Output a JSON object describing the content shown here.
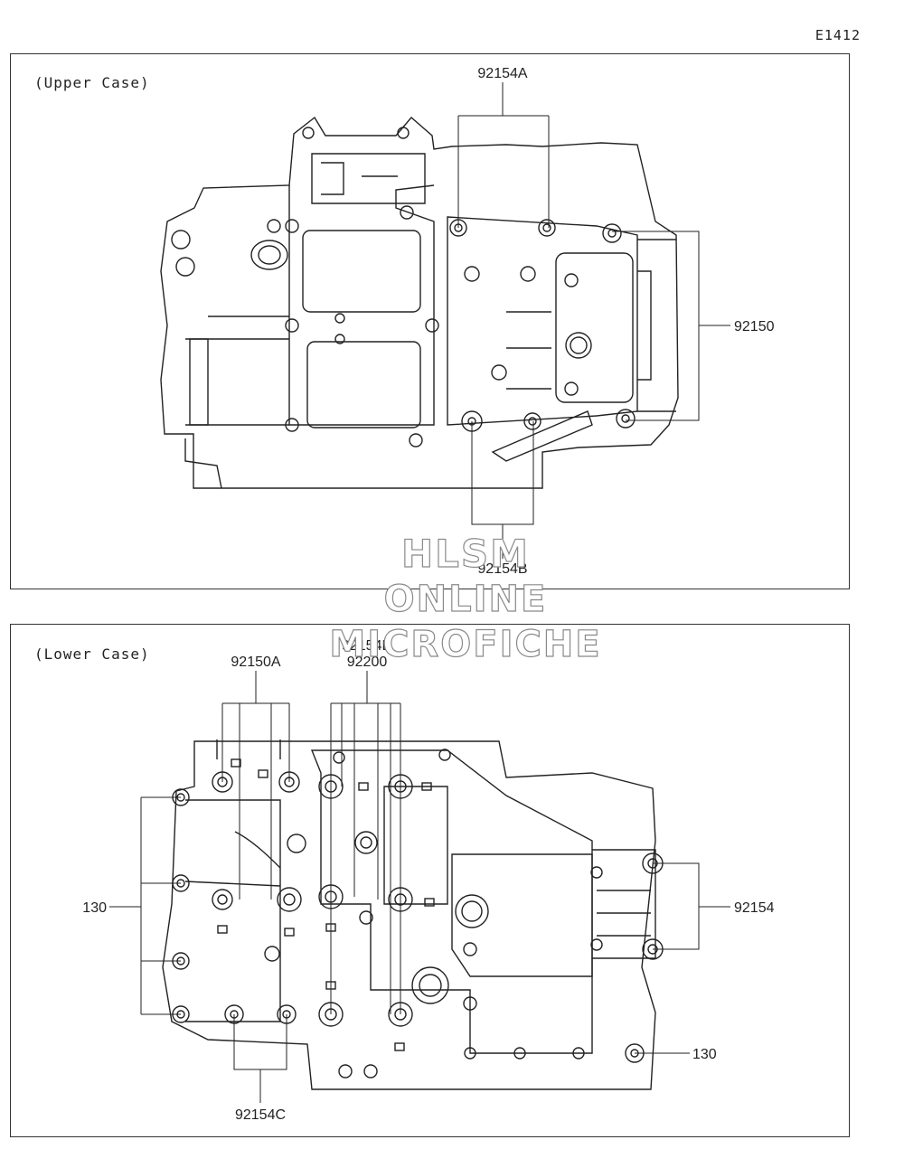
{
  "page_code": "E1412",
  "upper": {
    "title": "(Upper Case)",
    "labels": {
      "a": "92154A",
      "b": "92150",
      "c": "92154B"
    }
  },
  "lower": {
    "title": "(Lower Case)",
    "labels": {
      "a": "92150A",
      "b": "92154D",
      "c": "92200",
      "d": "130",
      "e": "92154",
      "f": "130",
      "g": "92154C"
    }
  },
  "watermark": {
    "line1": "HLSM",
    "line2": "ONLINE",
    "line3": "MICROFICHE"
  },
  "colors": {
    "line": "#222222",
    "frame": "#333333",
    "watermark_outline": "#8a8a8a"
  }
}
